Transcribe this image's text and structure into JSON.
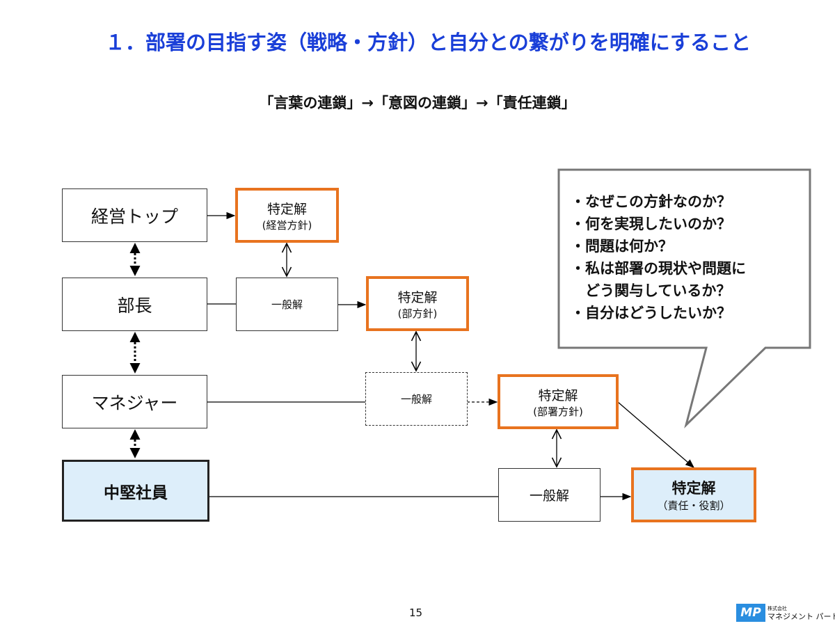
{
  "title": "１．部署の目指す姿（戦略・方針）と自分との繋がりを明確にすること",
  "subtitle": "「言葉の連鎖」→「意図の連鎖」→「責任連鎖」",
  "roles": {
    "top": "経営トップ",
    "bucho": "部長",
    "manager": "マネジャー",
    "employee": "中堅社員"
  },
  "boxes": {
    "specific_mgmt": {
      "title": "特定解",
      "sub": "(経営方針)"
    },
    "general_1": "一般解",
    "specific_dept": {
      "title": "特定解",
      "sub": "(部方針)"
    },
    "general_2": "一般解",
    "specific_section": {
      "title": "特定解",
      "sub": "(部署方針)"
    },
    "general_3": "一般解",
    "specific_role": {
      "title": "特定解",
      "sub": "（責任・役割）"
    }
  },
  "callout": [
    "・なぜこの方針なのか？",
    "・何を実現したいのか？",
    "・問題は何か？",
    "・私は部署の現状や問題に",
    "　どう関与しているか？",
    "・自分はどうしたいか？"
  ],
  "page_number": "15",
  "logo": {
    "mark": "MP",
    "small": "株式会社",
    "name": "マネジメント パートナー"
  },
  "colors": {
    "title": "#1a3fd8",
    "orange": "#e8731f",
    "highlight": "#ddeefa"
  }
}
